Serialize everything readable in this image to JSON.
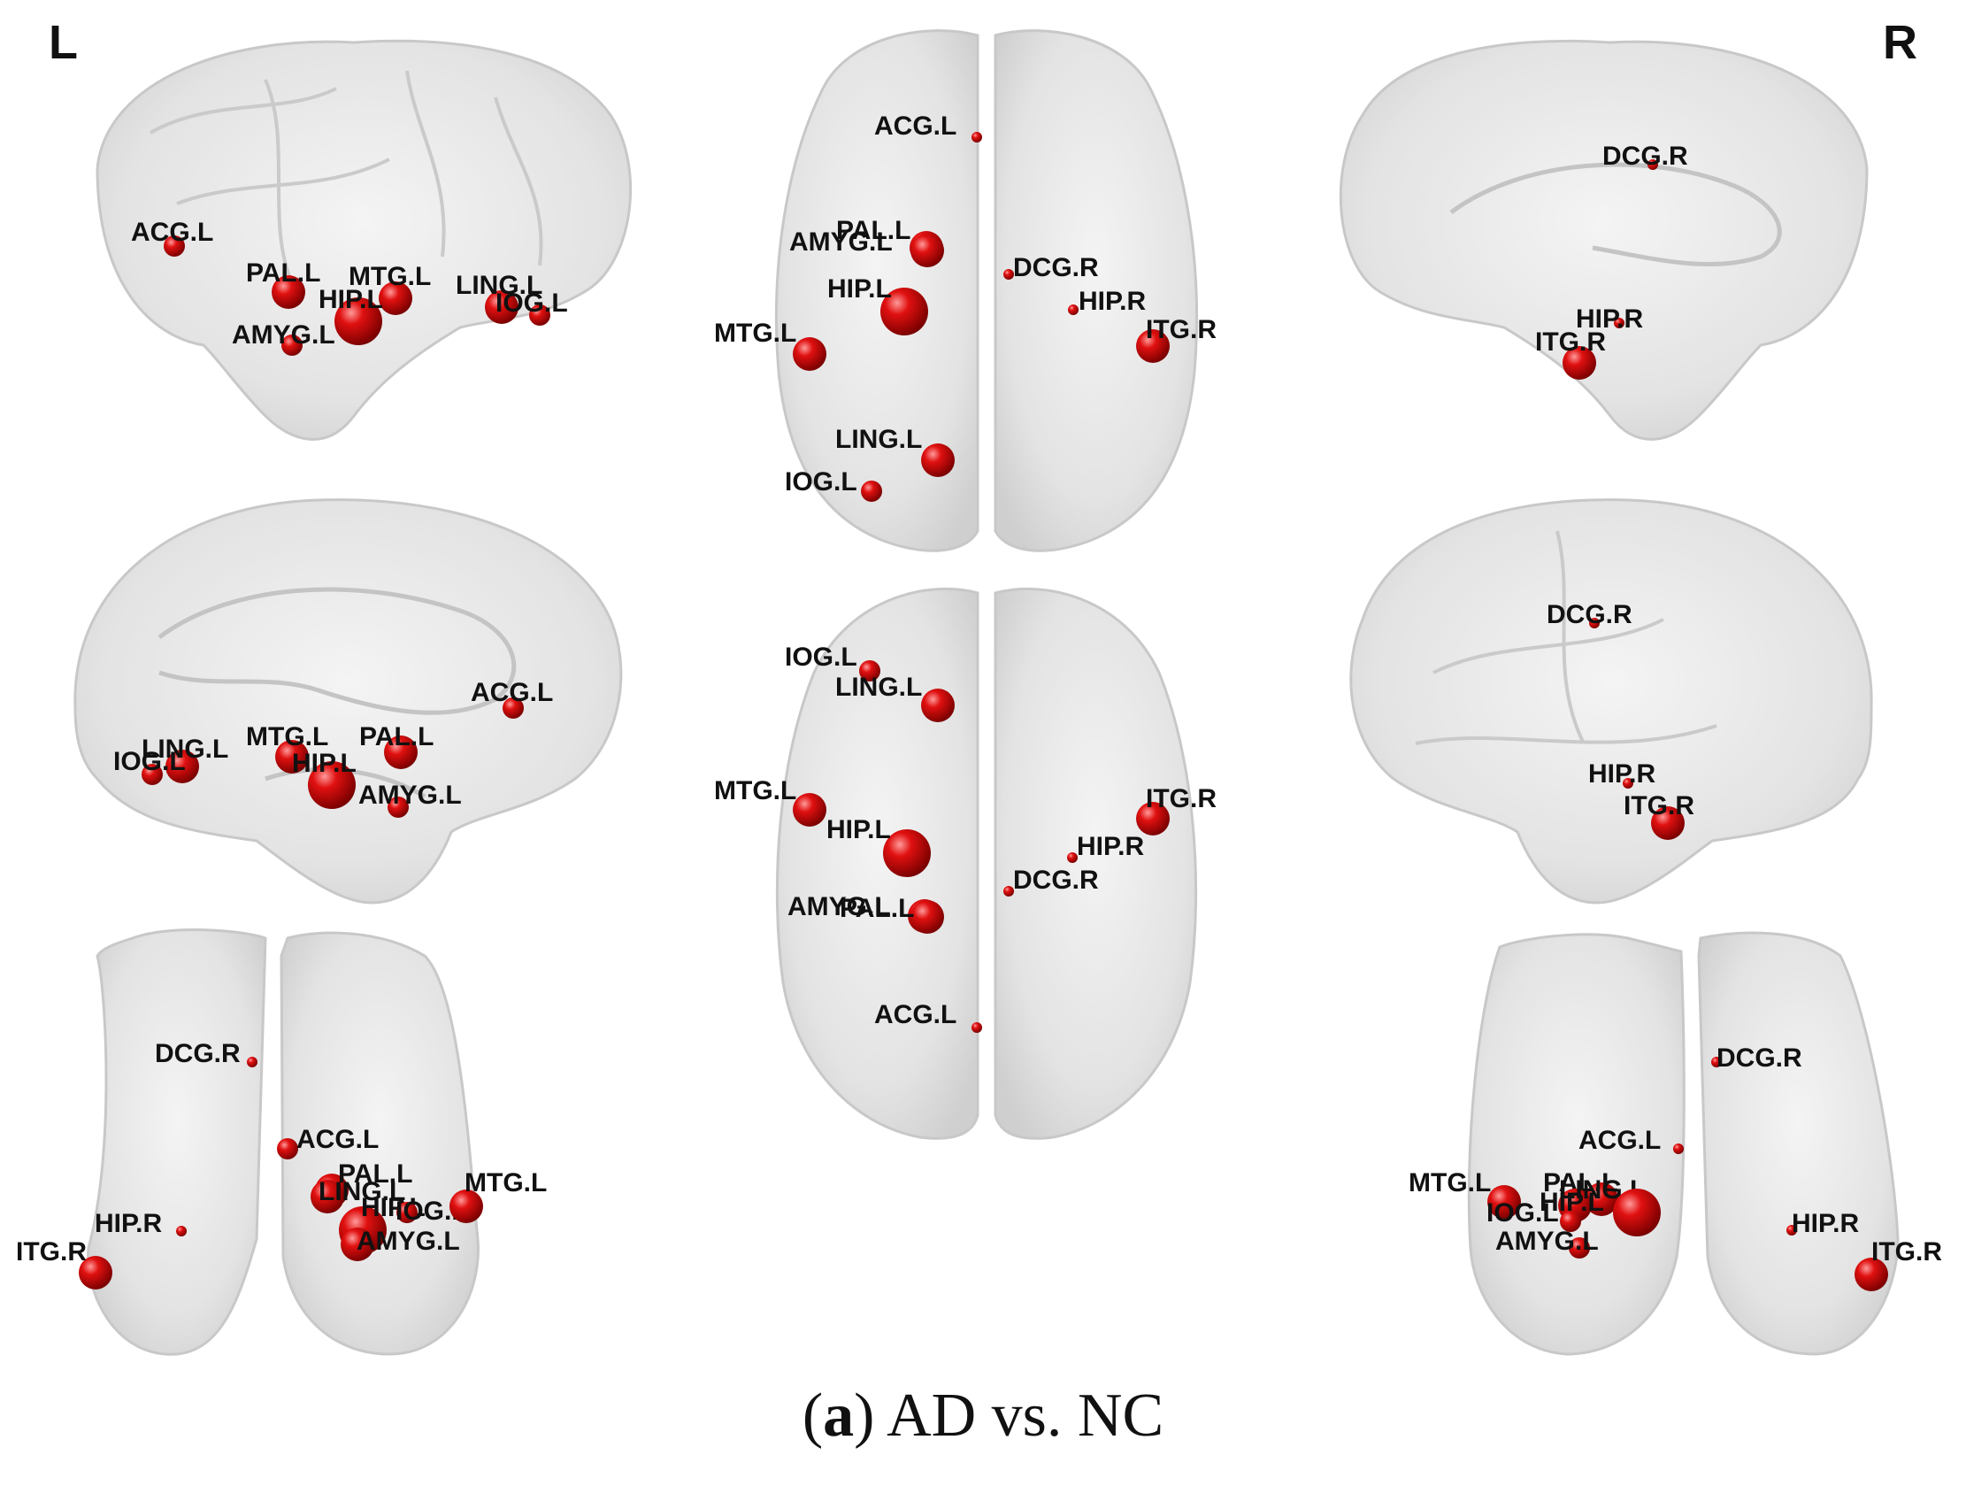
{
  "side_labels": {
    "left": "L",
    "right": "R"
  },
  "caption": {
    "letter": "a",
    "text": "AD vs. NC"
  },
  "colors": {
    "node": "#e01010",
    "node_dark": "#8a0000",
    "brain": "#e4e4e4",
    "label": "#111111"
  },
  "views": [
    {
      "id": "left-lateral",
      "type": "lateral",
      "facing": "left",
      "nodes": [
        {
          "label": "ACG.L",
          "size": 1
        },
        {
          "label": "PAL.L",
          "size": 2
        },
        {
          "label": "MTG.L",
          "size": 2
        },
        {
          "label": "HIP.L",
          "size": 3
        },
        {
          "label": "AMYG.L",
          "size": 1
        },
        {
          "label": "LING.L",
          "size": 2
        },
        {
          "label": "IOG.L",
          "size": 1
        }
      ]
    },
    {
      "id": "left-medial",
      "type": "medial",
      "facing": "right",
      "nodes": [
        {
          "label": "ACG.L",
          "size": 1
        },
        {
          "label": "PAL.L",
          "size": 2
        },
        {
          "label": "MTG.L",
          "size": 2
        },
        {
          "label": "HIP.L",
          "size": 3
        },
        {
          "label": "AMYG.L",
          "size": 1
        },
        {
          "label": "LING.L",
          "size": 2
        },
        {
          "label": "IOG.L",
          "size": 1
        }
      ]
    },
    {
      "id": "left-coronal",
      "type": "coronal",
      "nodes": [
        {
          "label": "DCG.R",
          "size": 0
        },
        {
          "label": "ACG.L",
          "size": 1
        },
        {
          "label": "PAL.L",
          "size": 2
        },
        {
          "label": "LING.L",
          "size": 2
        },
        {
          "label": "HIP.L",
          "size": 3
        },
        {
          "label": "IOG.L",
          "size": 1
        },
        {
          "label": "MTG.L",
          "size": 2
        },
        {
          "label": "AMYG.L",
          "size": 2
        },
        {
          "label": "HIP.R",
          "size": 0
        },
        {
          "label": "ITG.R",
          "size": 2
        }
      ]
    },
    {
      "id": "dorsal",
      "type": "axial",
      "nodes": [
        {
          "label": "ACG.L",
          "size": 0
        },
        {
          "label": "PAL.L",
          "size": 2
        },
        {
          "label": "AMYG.L",
          "size": 2
        },
        {
          "label": "HIP.L",
          "size": 3
        },
        {
          "label": "DCG.R",
          "size": 0
        },
        {
          "label": "HIP.R",
          "size": 0
        },
        {
          "label": "ITG.R",
          "size": 2
        },
        {
          "label": "MTG.L",
          "size": 2
        },
        {
          "label": "LING.L",
          "size": 2
        },
        {
          "label": "IOG.L",
          "size": 1
        }
      ]
    },
    {
      "id": "ventral",
      "type": "axial",
      "nodes": [
        {
          "label": "IOG.L",
          "size": 1
        },
        {
          "label": "LING.L",
          "size": 2
        },
        {
          "label": "MTG.L",
          "size": 2
        },
        {
          "label": "ITG.R",
          "size": 2
        },
        {
          "label": "HIP.L",
          "size": 3
        },
        {
          "label": "HIP.R",
          "size": 0
        },
        {
          "label": "DCG.R",
          "size": 0
        },
        {
          "label": "AMYG.L",
          "size": 2
        },
        {
          "label": "PAL.L",
          "size": 2
        },
        {
          "label": "ACG.L",
          "size": 0
        }
      ]
    },
    {
      "id": "right-medial",
      "type": "medial",
      "facing": "left",
      "nodes": [
        {
          "label": "DCG.R",
          "size": 0
        },
        {
          "label": "HIP.R",
          "size": 0
        },
        {
          "label": "ITG.R",
          "size": 2
        }
      ]
    },
    {
      "id": "right-lateral",
      "type": "lateral",
      "facing": "right",
      "nodes": [
        {
          "label": "DCG.R",
          "size": 0
        },
        {
          "label": "HIP.R",
          "size": 0
        },
        {
          "label": "ITG.R",
          "size": 2
        }
      ]
    },
    {
      "id": "right-coronal",
      "type": "coronal",
      "nodes": [
        {
          "label": "DCG.R",
          "size": 0
        },
        {
          "label": "ACG.L",
          "size": 0
        },
        {
          "label": "MTG.L",
          "size": 2
        },
        {
          "label": "PAL.L",
          "size": 2
        },
        {
          "label": "LING.L",
          "size": 2
        },
        {
          "label": "HIP.L",
          "size": 3
        },
        {
          "label": "IOG.L",
          "size": 1
        },
        {
          "label": "AMYG.L",
          "size": 1
        },
        {
          "label": "HIP.R",
          "size": 0
        },
        {
          "label": "ITG.R",
          "size": 2
        }
      ]
    }
  ]
}
